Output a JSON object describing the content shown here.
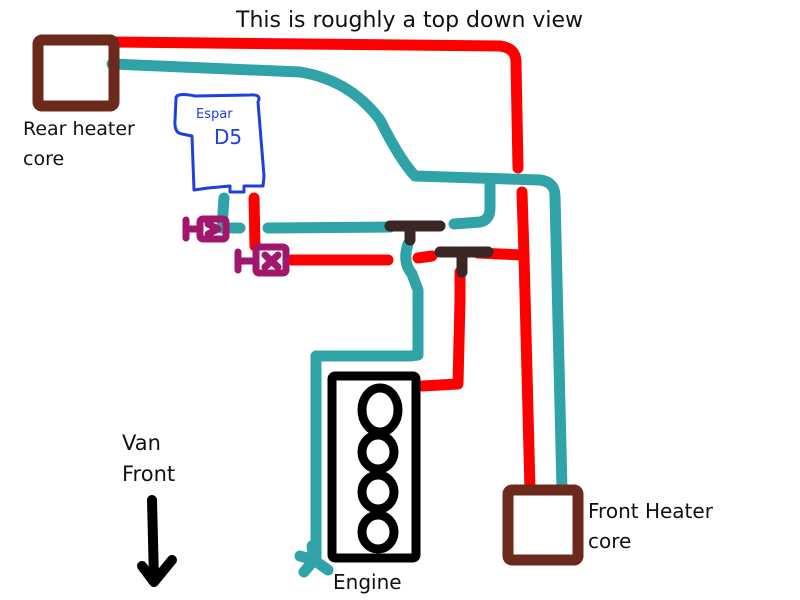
{
  "title": "This is roughly a top down view",
  "components": {
    "rear_heater_core": {
      "label": "Rear heater\ncore"
    },
    "front_heater_core": {
      "label": "Front Heater\ncore"
    },
    "engine": {
      "label": "Engine"
    },
    "heater": {
      "label_line1": "Espar",
      "label_line2": "D5"
    },
    "orientation": {
      "label": "Van\nFront",
      "icon": "arrow-down-icon"
    }
  },
  "legend_colors": {
    "hot_line": "#ff0000",
    "return_line": "#2fa3a8",
    "heater_core": "#6b2a1c",
    "tee_fitting": "#3a2624",
    "shutoff_valve": "#a0176b",
    "engine": "#000000",
    "espar_heater": "#1f3fe0"
  }
}
